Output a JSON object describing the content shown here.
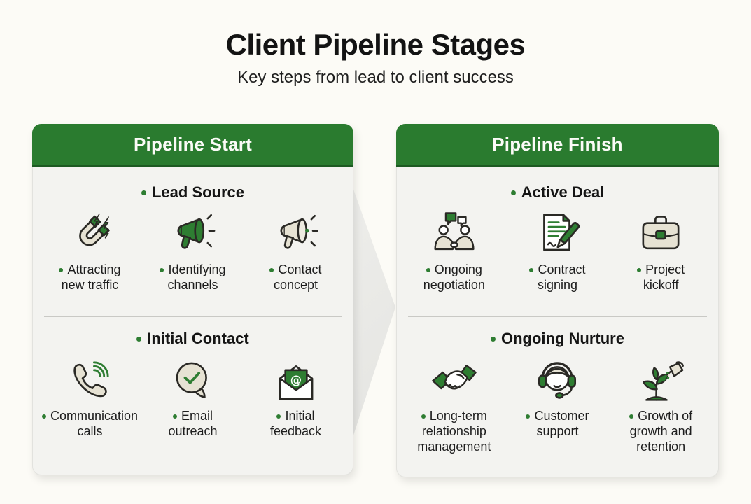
{
  "page": {
    "title": "Client Pipeline Stages",
    "subtitle": "Key steps from lead to client success"
  },
  "colors": {
    "accent_green": "#2E7D32",
    "header_green": "#2A7B2F",
    "panel_background": "#F3F3F0",
    "page_background": "#FCFBF6",
    "icon_beige": "#E6E2D3"
  },
  "panels": [
    {
      "header": "Pipeline Start",
      "sections": [
        {
          "heading": "Lead Source",
          "items": [
            {
              "icon": "magnet-icon",
              "label": "Attracting\nnew traffic"
            },
            {
              "icon": "megaphone-green-icon",
              "label": "Identifying\nchannels"
            },
            {
              "icon": "megaphone-icon",
              "label": "Contact\nconcept"
            }
          ]
        },
        {
          "heading": "Initial Contact",
          "items": [
            {
              "icon": "phone-call-icon",
              "label": "Communication\ncalls"
            },
            {
              "icon": "chat-check-icon",
              "label": "Email\noutreach"
            },
            {
              "icon": "email-envelope-icon",
              "label": "Initial\nfeedback"
            }
          ]
        }
      ]
    },
    {
      "header": "Pipeline Finish",
      "sections": [
        {
          "heading": "Active Deal",
          "items": [
            {
              "icon": "negotiation-icon",
              "label": "Ongoing\nnegotiation"
            },
            {
              "icon": "contract-signing-icon",
              "label": "Contract\nsigning"
            },
            {
              "icon": "briefcase-icon",
              "label": "Project\nkickoff"
            }
          ]
        },
        {
          "heading": "Ongoing Nurture",
          "items": [
            {
              "icon": "handshake-icon",
              "label": "Long-term\nrelationship\nmanagement"
            },
            {
              "icon": "customer-support-icon",
              "label": "Customer\nsupport"
            },
            {
              "icon": "plant-growth-icon",
              "label": "Growth of\ngrowth and\nretention"
            }
          ]
        }
      ]
    }
  ]
}
